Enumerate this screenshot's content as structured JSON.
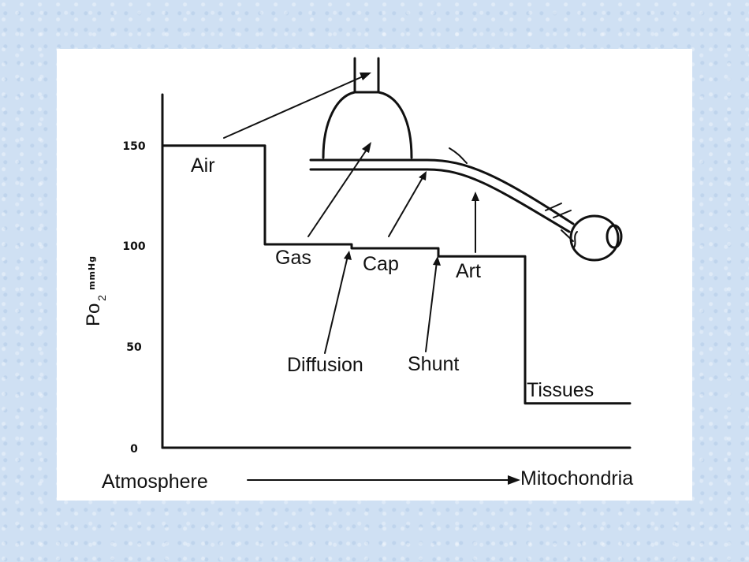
{
  "chart_data": {
    "type": "line",
    "step": true,
    "y_axis": {
      "label": "Po",
      "label_subscript": "2",
      "unit": "mmHg",
      "ticks": [
        "0",
        "50",
        "100",
        "150"
      ],
      "ylim": [
        0,
        170
      ]
    },
    "x_axis": {
      "start_label": "Atmosphere",
      "end_label": "Mitochondria"
    },
    "stages": [
      {
        "name": "Air",
        "value": 150
      },
      {
        "name": "Gas",
        "value": 101
      },
      {
        "name": "Cap",
        "value": 99
      },
      {
        "name": "Art",
        "value": 95
      },
      {
        "name": "Tissues",
        "value": 22
      }
    ],
    "annotations": [
      "Diffusion",
      "Shunt"
    ],
    "grid": false,
    "legend": "none"
  }
}
